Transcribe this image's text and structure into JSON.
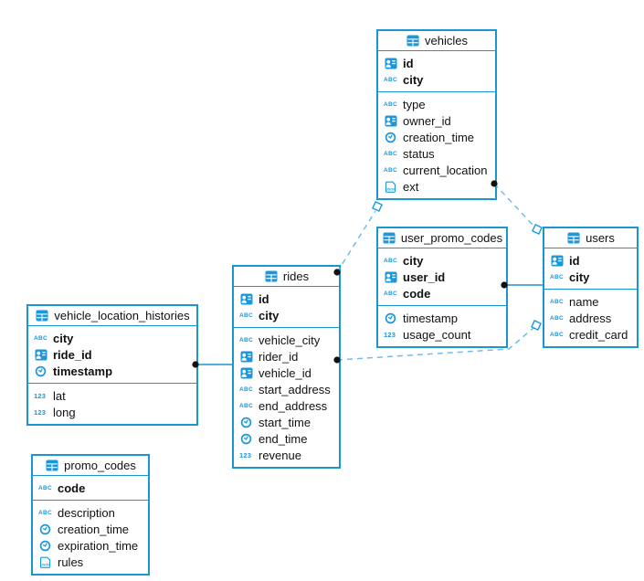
{
  "diagram": {
    "type": "entity-relationship-diagram",
    "background": "#ffffff"
  },
  "colors": {
    "table_border": "#1a96d2",
    "icon_blue": "#1b98dd",
    "relation_dashed": "#74bbe9",
    "relation_solid": "#1a96d2",
    "endpoint_dot": "#111111",
    "text": "#111111"
  },
  "icon_glyphs": {
    "abc": "ABC",
    "num": "123",
    "json": "JSON",
    "table_icon": "grid-table-shape",
    "id_icon": "person-badge-shape",
    "clock_icon": "clock-shape"
  },
  "tables": [
    {
      "name": "vehicles",
      "pk": [
        {
          "name": "id",
          "icon": "id-card-icon"
        },
        {
          "name": "city",
          "icon": "abc-text-icon"
        }
      ],
      "fields": [
        {
          "name": "type",
          "icon": "abc-text-icon"
        },
        {
          "name": "owner_id",
          "icon": "id-card-icon"
        },
        {
          "name": "creation_time",
          "icon": "clock-icon"
        },
        {
          "name": "status",
          "icon": "abc-text-icon"
        },
        {
          "name": "current_location",
          "icon": "abc-text-icon"
        },
        {
          "name": "ext",
          "icon": "json-icon"
        }
      ]
    },
    {
      "name": "user_promo_codes",
      "pk": [
        {
          "name": "city",
          "icon": "abc-text-icon"
        },
        {
          "name": "user_id",
          "icon": "id-card-icon"
        },
        {
          "name": "code",
          "icon": "abc-text-icon"
        }
      ],
      "fields": [
        {
          "name": "timestamp",
          "icon": "clock-icon"
        },
        {
          "name": "usage_count",
          "icon": "number-icon"
        }
      ]
    },
    {
      "name": "users",
      "pk": [
        {
          "name": "id",
          "icon": "id-card-icon"
        },
        {
          "name": "city",
          "icon": "abc-text-icon"
        }
      ],
      "fields": [
        {
          "name": "name",
          "icon": "abc-text-icon"
        },
        {
          "name": "address",
          "icon": "abc-text-icon"
        },
        {
          "name": "credit_card",
          "icon": "abc-text-icon"
        }
      ]
    },
    {
      "name": "rides",
      "pk": [
        {
          "name": "id",
          "icon": "id-card-icon"
        },
        {
          "name": "city",
          "icon": "abc-text-icon"
        }
      ],
      "fields": [
        {
          "name": "vehicle_city",
          "icon": "abc-text-icon"
        },
        {
          "name": "rider_id",
          "icon": "id-card-icon"
        },
        {
          "name": "vehicle_id",
          "icon": "id-card-icon"
        },
        {
          "name": "start_address",
          "icon": "abc-text-icon"
        },
        {
          "name": "end_address",
          "icon": "abc-text-icon"
        },
        {
          "name": "start_time",
          "icon": "clock-icon"
        },
        {
          "name": "end_time",
          "icon": "clock-icon"
        },
        {
          "name": "revenue",
          "icon": "number-icon"
        }
      ]
    },
    {
      "name": "vehicle_location_histories",
      "pk": [
        {
          "name": "city",
          "icon": "abc-text-icon"
        },
        {
          "name": "ride_id",
          "icon": "id-card-icon"
        },
        {
          "name": "timestamp",
          "icon": "clock-icon"
        }
      ],
      "fields": [
        {
          "name": "lat",
          "icon": "number-icon"
        },
        {
          "name": "long",
          "icon": "number-icon"
        }
      ]
    },
    {
      "name": "promo_codes",
      "pk": [
        {
          "name": "code",
          "icon": "abc-text-icon"
        }
      ],
      "fields": [
        {
          "name": "description",
          "icon": "abc-text-icon"
        },
        {
          "name": "creation_time",
          "icon": "clock-icon"
        },
        {
          "name": "expiration_time",
          "icon": "clock-icon"
        },
        {
          "name": "rules",
          "icon": "json-icon"
        }
      ]
    }
  ],
  "relationships": [
    {
      "from": "vehicles",
      "to": "users",
      "style": "dashed",
      "from_marker": "dot",
      "to_marker": "square"
    },
    {
      "from": "rides",
      "to": "vehicles",
      "style": "dashed",
      "from_marker": "dot",
      "to_marker": "square"
    },
    {
      "from": "rides",
      "to": "users",
      "style": "dashed",
      "from_marker": "dot",
      "to_marker": "square"
    },
    {
      "from": "user_promo_codes",
      "to": "users",
      "style": "solid",
      "from_marker": "dot",
      "to_marker": "none"
    },
    {
      "from": "vehicle_location_histories",
      "to": "rides",
      "style": "solid",
      "from_marker": "dot",
      "to_marker": "none"
    }
  ]
}
